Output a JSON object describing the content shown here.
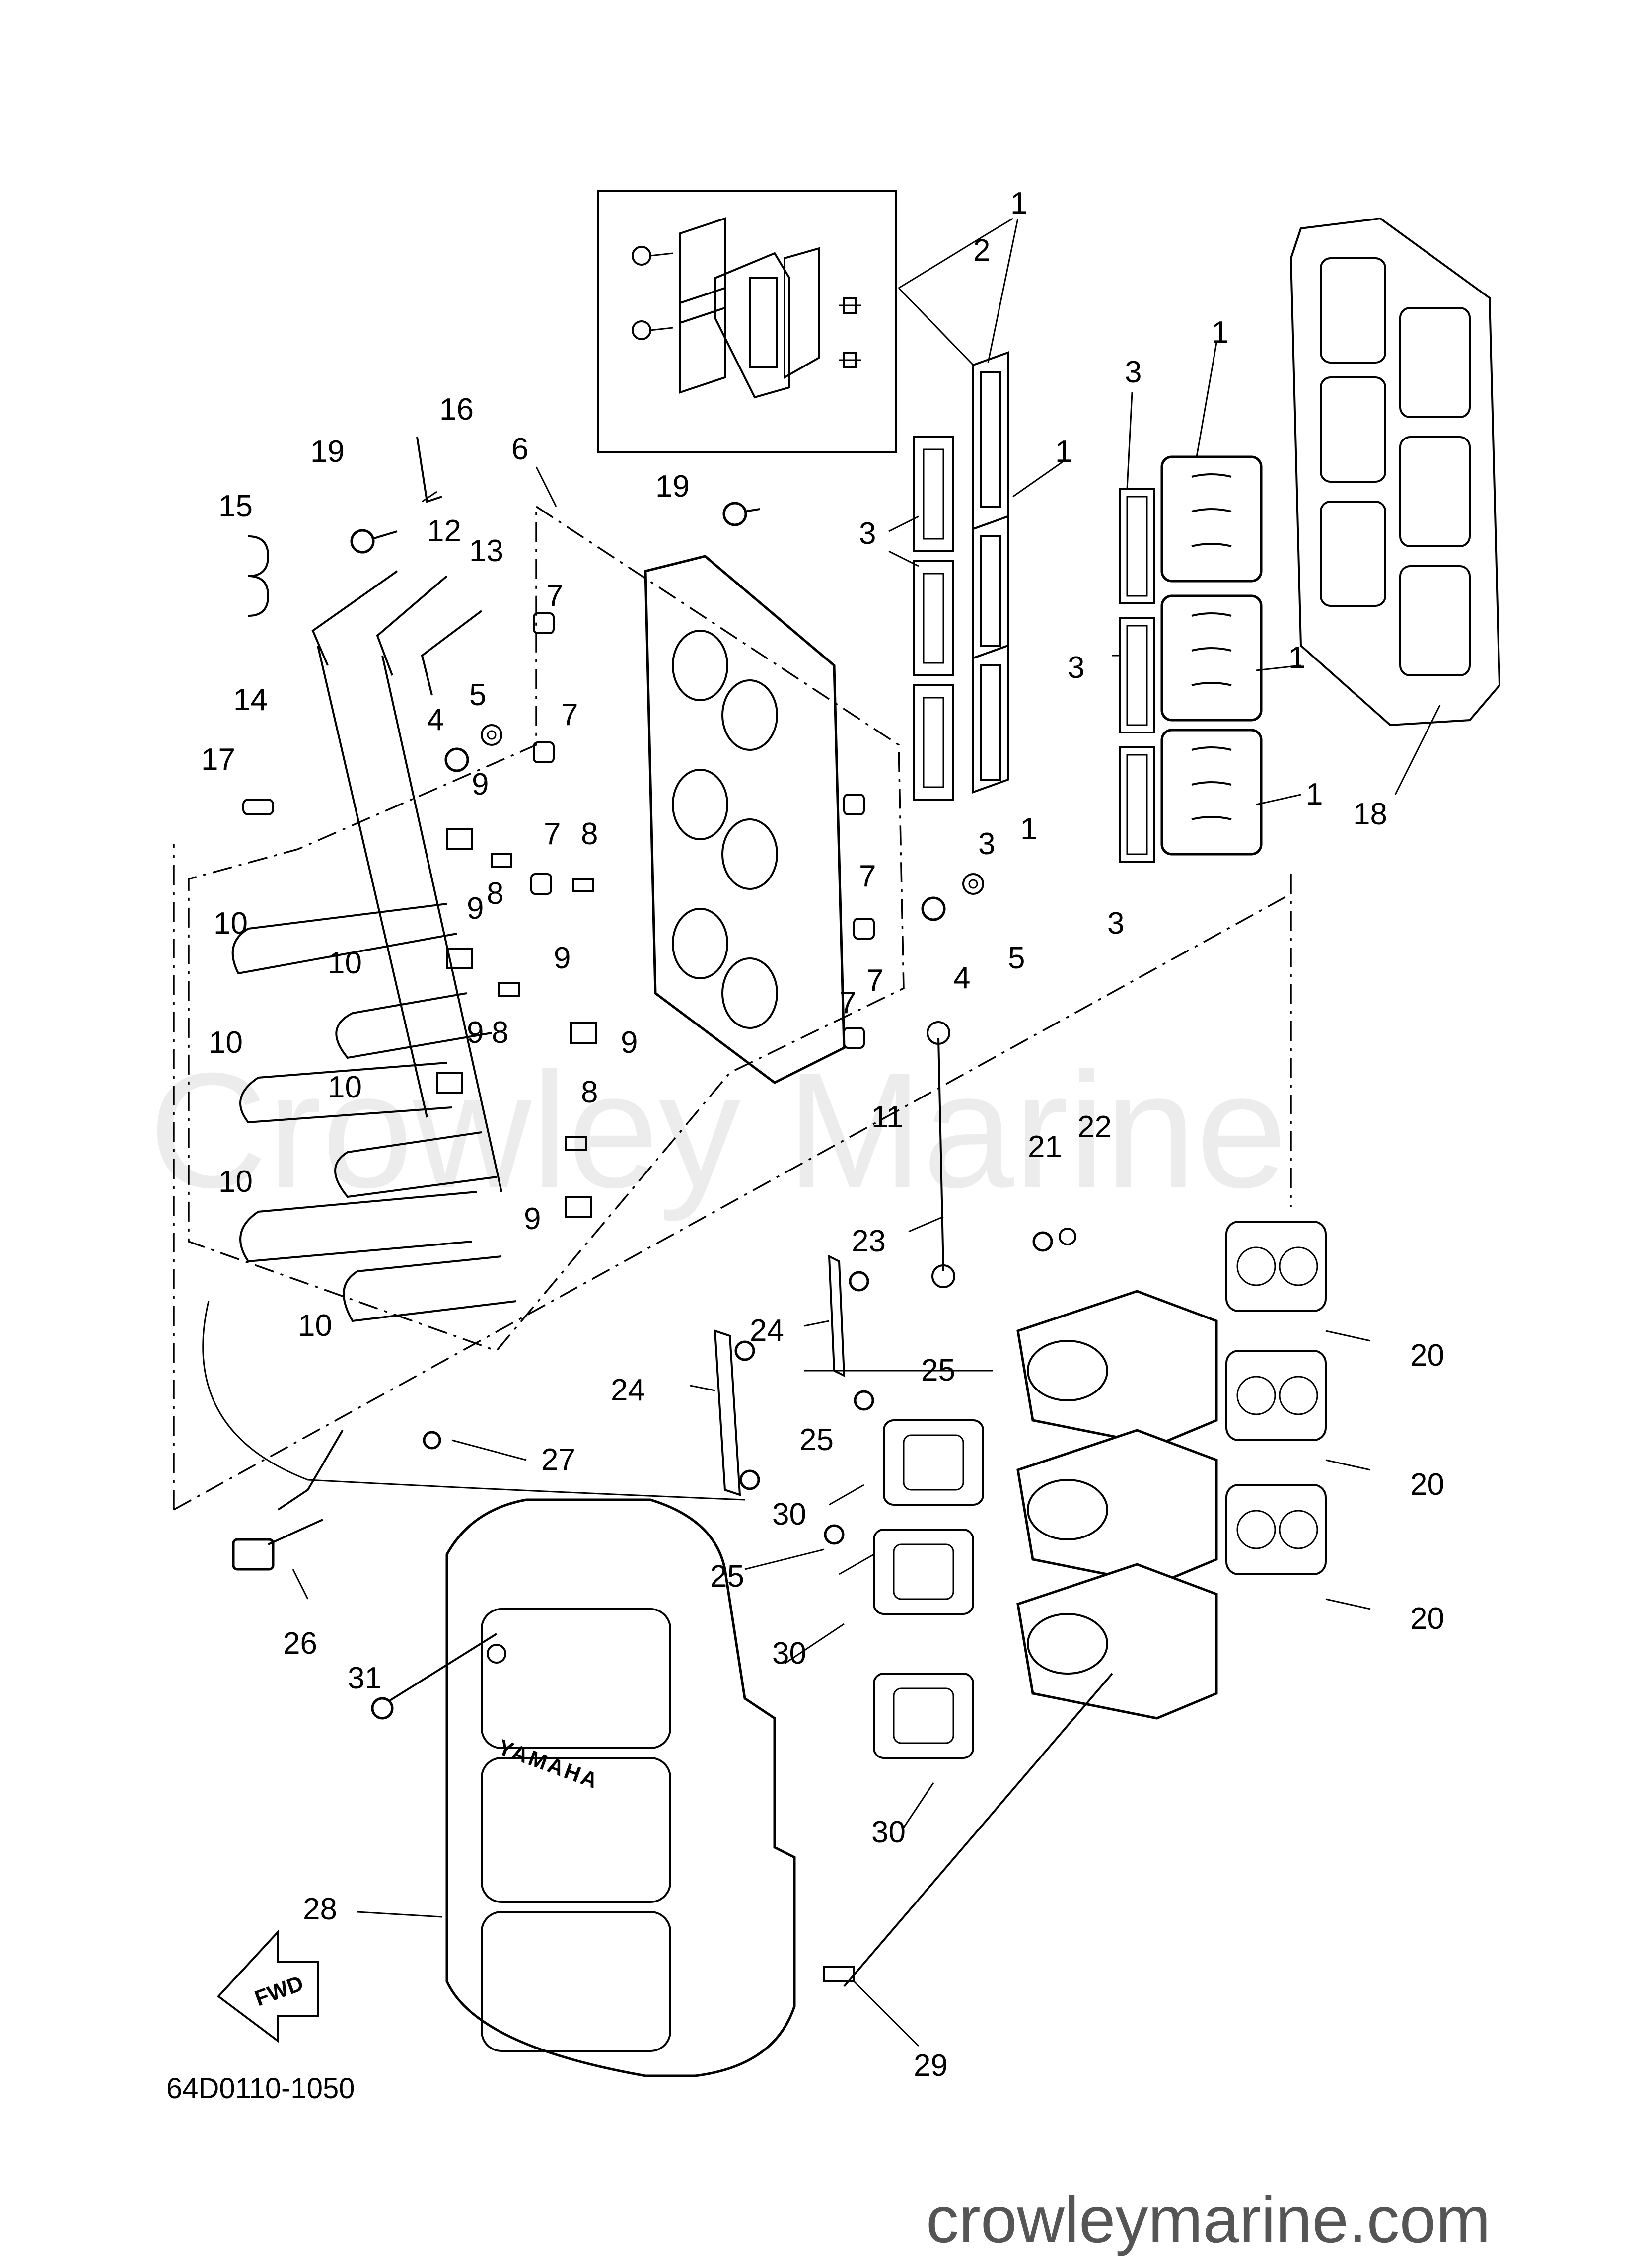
{
  "watermark": "Crowley Marine",
  "footer": {
    "site": "crowleymarine.com"
  },
  "diagram_code": "64D0110-1050",
  "direction_label": "FWD",
  "cover_logo": "YAMAHA",
  "callouts": {
    "c1a": "1",
    "c1b": "1",
    "c1c": "1",
    "c1d": "1",
    "c1e": "1",
    "c1f": "1",
    "c2": "2",
    "c3a": "3",
    "c3b": "3",
    "c3c": "3",
    "c3d": "3",
    "c3e": "3",
    "c4a": "4",
    "c4b": "4",
    "c5a": "5",
    "c5b": "5",
    "c6": "6",
    "c7a": "7",
    "c7b": "7",
    "c7c": "7",
    "c7d": "7",
    "c7e": "7",
    "c7f": "7",
    "c8a": "8",
    "c8b": "8",
    "c8c": "8",
    "c8d": "8",
    "c9a": "9",
    "c9b": "9",
    "c9c": "9",
    "c9d": "9",
    "c9e": "9",
    "c9f": "9",
    "c10a": "10",
    "c10b": "10",
    "c10c": "10",
    "c10d": "10",
    "c10e": "10",
    "c10f": "10",
    "c11": "11",
    "c12": "12",
    "c13": "13",
    "c14": "14",
    "c15": "15",
    "c16": "16",
    "c17": "17",
    "c18": "18",
    "c19a": "19",
    "c19b": "19",
    "c20a": "20",
    "c20b": "20",
    "c20c": "20",
    "c21": "21",
    "c22": "22",
    "c23": "23",
    "c24a": "24",
    "c24b": "24",
    "c25a": "25",
    "c25b": "25",
    "c25c": "25",
    "c26": "26",
    "c27": "27",
    "c28": "28",
    "c29": "29",
    "c30a": "30",
    "c30b": "30",
    "c30c": "30",
    "c31": "31"
  }
}
